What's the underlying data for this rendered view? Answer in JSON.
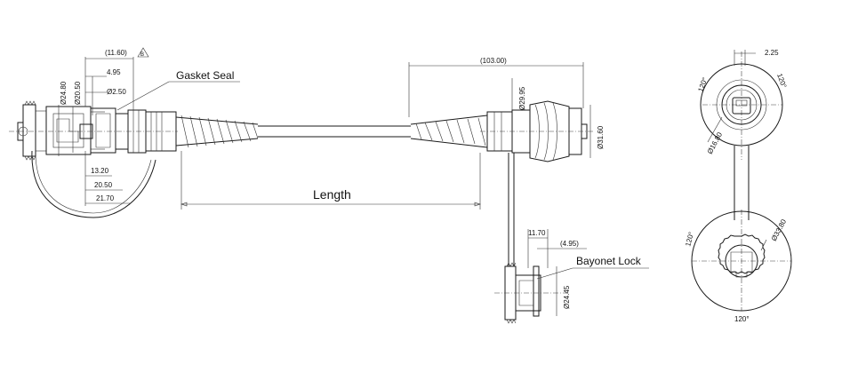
{
  "callouts": {
    "gasket_seal": "Gasket Seal",
    "length": "Length",
    "bayonet_lock": "Bayonet Lock"
  },
  "left_connector": {
    "dim_11_60": "(11.60)",
    "dim_4_95": "4.95",
    "dim_d2_50": "Ø2.50",
    "dim_d24_80": "Ø24.80",
    "dim_d20_50": "Ø20.50",
    "dim_13_20": "13.20",
    "dim_20_50": "20.50",
    "dim_21_70": "21.70",
    "flag": "B"
  },
  "right_connector": {
    "dim_103": "(103.00)",
    "dim_d29_95": "Ø29.95",
    "dim_d31_60": "Ø31.60"
  },
  "cap": {
    "dim_11_70": "11.70",
    "dim_4_95": "(4.95)",
    "dim_d24_45": "Ø24.45"
  },
  "end_view_top": {
    "dim_2_25": "2.25",
    "angle_left": "120°",
    "angle_right": "120°",
    "dim_d16_80": "Ø16.80"
  },
  "end_view_bottom": {
    "angle_left": "120°",
    "angle_bottom": "120°",
    "dim_d33_80": "Ø33.80"
  }
}
